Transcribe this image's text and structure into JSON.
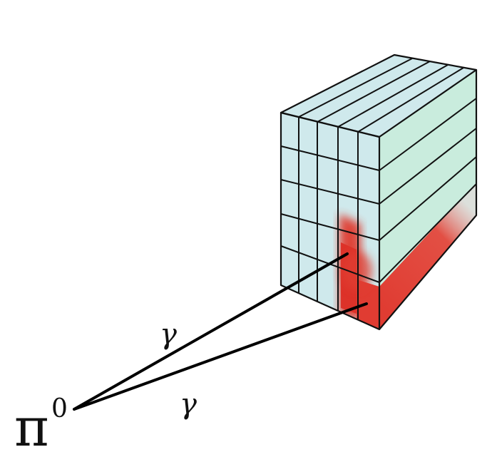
{
  "labels": {
    "particle": "π",
    "particle_superscript": "0",
    "photon_upper": "γ",
    "photon_lower": "γ"
  },
  "colors": {
    "front_face": "#cfe9ec",
    "top_face": "#cfe9ec",
    "side_face": "#c9ecdd",
    "deposit": "#e03c32",
    "outline": "#111111"
  }
}
